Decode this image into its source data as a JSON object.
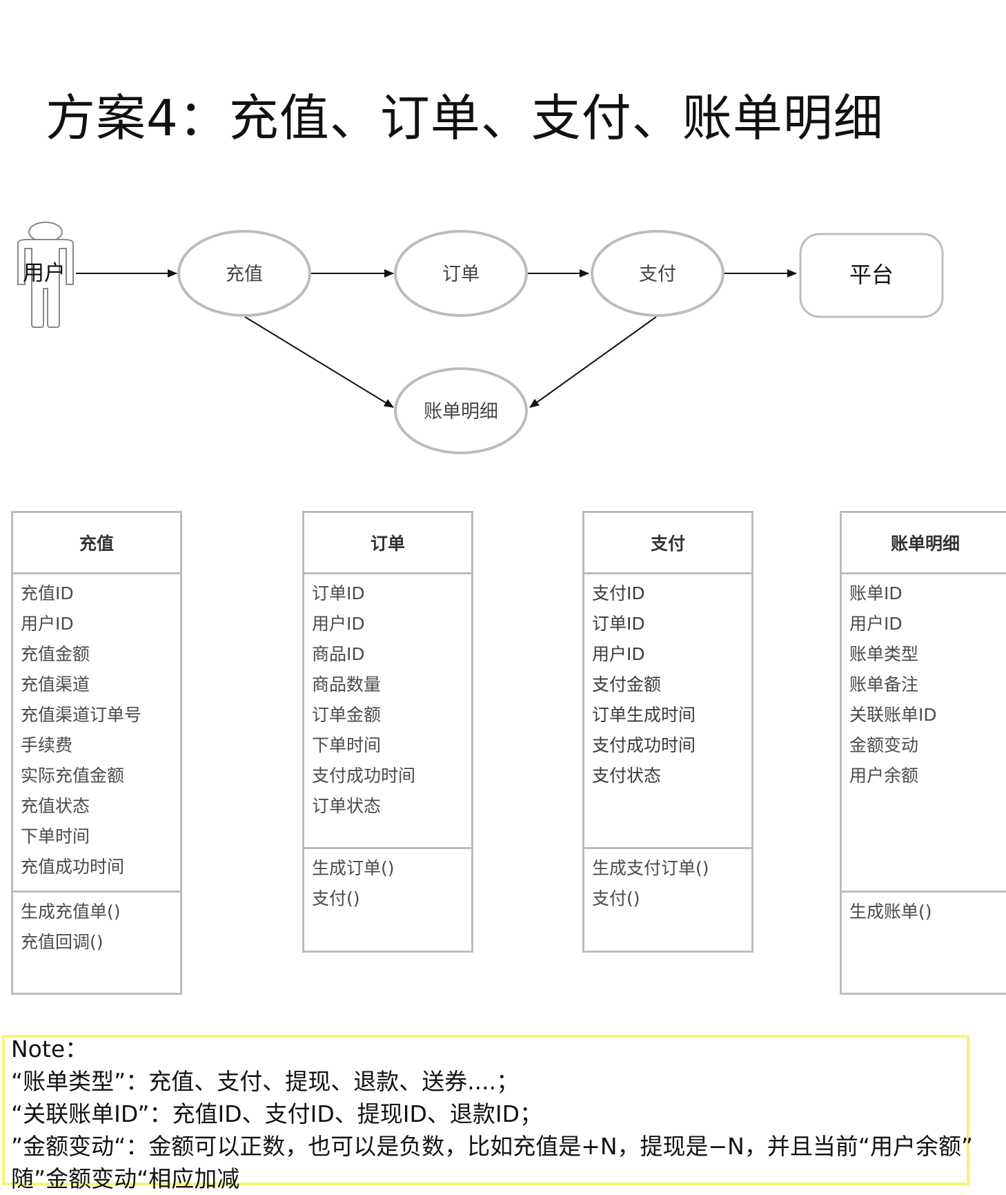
{
  "title": "方案4：充值、订单、支付、账单明细",
  "flow": {
    "actor": "用户",
    "nodes": {
      "recharge": "充值",
      "order": "订单",
      "payment": "支付",
      "platform": "平台",
      "bill": "账单明细"
    }
  },
  "classes": [
    {
      "name": "充值",
      "attributes": [
        "充值ID",
        "用户ID",
        "充值金额",
        "充值渠道",
        "充值渠道订单号",
        "手续费",
        "实际充值金额",
        "充值状态",
        "下单时间",
        "充值成功时间"
      ],
      "methods": [
        "生成充值单()",
        "充值回调()"
      ]
    },
    {
      "name": "订单",
      "attributes": [
        "订单ID",
        "用户ID",
        "商品ID",
        "商品数量",
        "订单金额",
        "下单时间",
        "支付成功时间",
        "订单状态"
      ],
      "methods": [
        "生成订单()",
        "支付()"
      ]
    },
    {
      "name": "支付",
      "attributes": [
        "支付ID",
        "订单ID",
        "用户ID",
        "支付金额",
        "订单生成时间",
        "支付成功时间",
        "支付状态"
      ],
      "methods": [
        "生成支付订单()",
        "支付()"
      ]
    },
    {
      "name": "账单明细",
      "attributes": [
        "账单ID",
        "用户ID",
        "账单类型",
        "账单备注",
        "关联账单ID",
        "金额变动",
        "用户余额"
      ],
      "methods": [
        "生成账单()"
      ]
    }
  ],
  "note": {
    "lines": [
      "Note：",
      "“账单类型”：充值、支付、提现、退款、送券....；",
      "“关联账单ID”：充值ID、支付ID、提现ID、退款ID；",
      "”金额变动“：金额可以正数，也可以是负数，比如充值是+N，提现是−N，并且当前“用户余额”",
      "随”金额变动“相应加减"
    ]
  }
}
